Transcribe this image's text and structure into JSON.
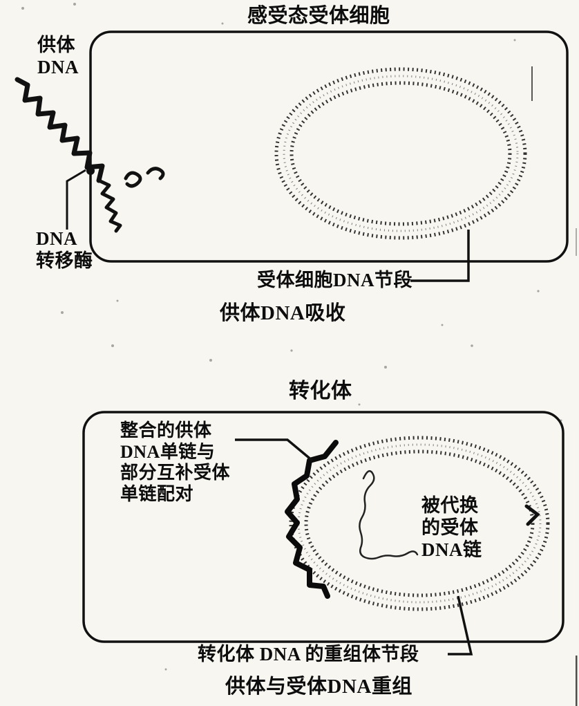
{
  "page": {
    "background": "#f7f6f1",
    "ink": "#111111"
  },
  "panel1": {
    "title": "感受态受体细胞",
    "donor_dna_label": "供体\nDNA",
    "transferase_label": "DNA\n转移酶",
    "segment_label": "受体细胞DNA节段",
    "caption": "供体DNA吸收"
  },
  "panel2": {
    "title": "转化体",
    "integrated_label": "整合的供体\nDNA单链与\n部分互补受体\n单链配对",
    "displaced_label": "被代换\n的受体\nDNA链",
    "recombinant_label": "转化体 DNA 的重组体节段",
    "caption": "供体与受体DNA重组"
  }
}
